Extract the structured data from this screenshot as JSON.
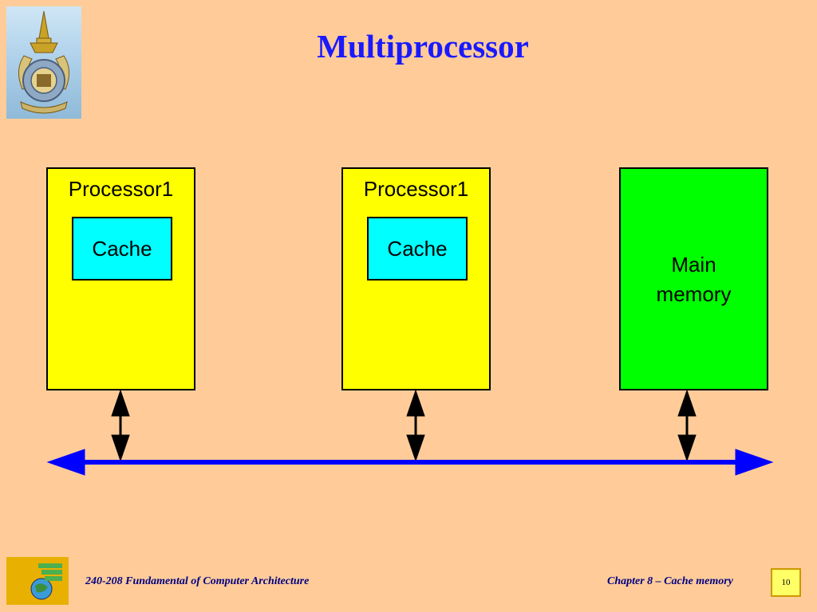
{
  "slide": {
    "title": "Multiprocessor",
    "background_color": "#FFCC99",
    "title_color": "#1A1AFF"
  },
  "diagram": {
    "processors": [
      {
        "label": "Processor1",
        "cache_label": "Cache"
      },
      {
        "label": "Processor1",
        "cache_label": "Cache"
      }
    ],
    "memory": {
      "label_line1": "Main",
      "label_line2": "memory"
    },
    "colors": {
      "processor": "#FFFF00",
      "cache": "#00FFFF",
      "memory": "#00FF00",
      "bus": "#0000FF"
    }
  },
  "footer": {
    "course_number": "240-",
    "course_title": "208 Fundamental of Computer Architecture",
    "chapter": "Chapter 8 – Cache memory",
    "page_number": "10"
  },
  "icons": {
    "top_logo": "university-emblem-icon",
    "bottom_logo": "department-logo-icon"
  }
}
